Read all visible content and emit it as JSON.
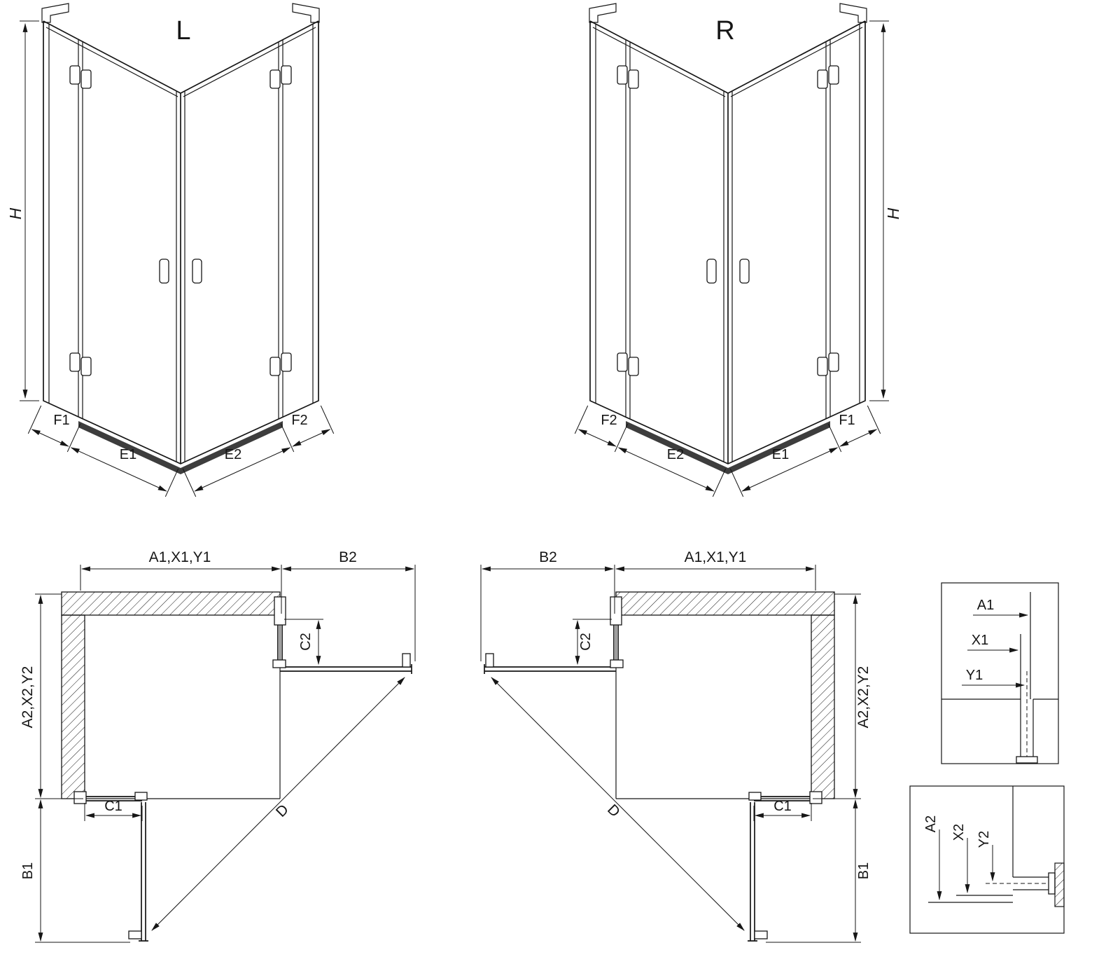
{
  "canvas": {
    "background": "#ffffff",
    "line_color": "#161616",
    "threshold_color": "#3d3d3d"
  },
  "iso_left": {
    "title": "L",
    "height": "H",
    "f1": "F1",
    "e1": "E1",
    "e2": "E2",
    "f2": "F2"
  },
  "iso_right": {
    "title": "R",
    "height": "H",
    "f1": "F1",
    "e1": "E1",
    "e2": "E2",
    "f2": "F2"
  },
  "plan_left": {
    "top": "A1,X1,Y1",
    "top_right": "B2",
    "return_depth": "C2",
    "side": "A2,X2,Y2",
    "door_fixed": "C1",
    "door_open": "B1",
    "diagonal": "D"
  },
  "plan_right": {
    "top_left": "B2",
    "top": "A1,X1,Y1",
    "return_depth": "C2",
    "side": "A2,X2,Y2",
    "door_fixed": "C1",
    "door_open": "B1",
    "diagonal": "D"
  },
  "detail_top": {
    "a": "A1",
    "x": "X1",
    "y": "Y1"
  },
  "detail_bottom": {
    "a": "A2",
    "x": "X2",
    "y": "Y2"
  }
}
